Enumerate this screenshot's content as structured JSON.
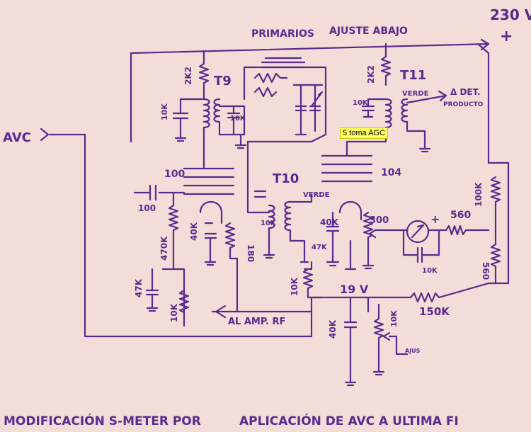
{
  "labels": {
    "supply_voltage": "230 V",
    "supply_plus": "+",
    "primaries": "PRIMARIOS",
    "adjust_down": "AJUSTE ABAJO",
    "avc_input": "AVC",
    "t9": "T9",
    "t10": "T10",
    "t11": "T11",
    "verde_t10": "VERDE",
    "verde_t11": "VERDE",
    "to_det": "Δ DET.",
    "product": "PRODUCTO",
    "tube1": "100",
    "tube2": "104",
    "cap_in": "100",
    "r_2k2_a": "2K2",
    "r_2k2_b": "2K2",
    "c_10k_a": "10K",
    "c_10k_b": "10K",
    "c_10k_c": "10K",
    "c_10k_d": "10K",
    "r_470k": "470K",
    "r_40k_a": "40K",
    "r_47k": "47K",
    "r_10k_low": "10K",
    "r_180": "180",
    "to_rf": "AL AMP. RF",
    "c_40k_b": "40K",
    "c_47k": "47K",
    "r_10k_mid": "10K",
    "pot_300": "300",
    "meter_plus": "+",
    "r_560_a": "560",
    "c_10k_meter": "10K",
    "r_100k": "100K",
    "r_560_b": "560",
    "v19": "19 V",
    "r_150k": "150K",
    "c_40k_c": "40K",
    "pot_10k": "10K",
    "ajus": "AJUS",
    "agc_note": "5 toma AGC",
    "caption_1": "MODIFICACIÓN S-METER POR",
    "caption_2": "APLICACIÓN DE AVC A ULTIMA FI"
  }
}
